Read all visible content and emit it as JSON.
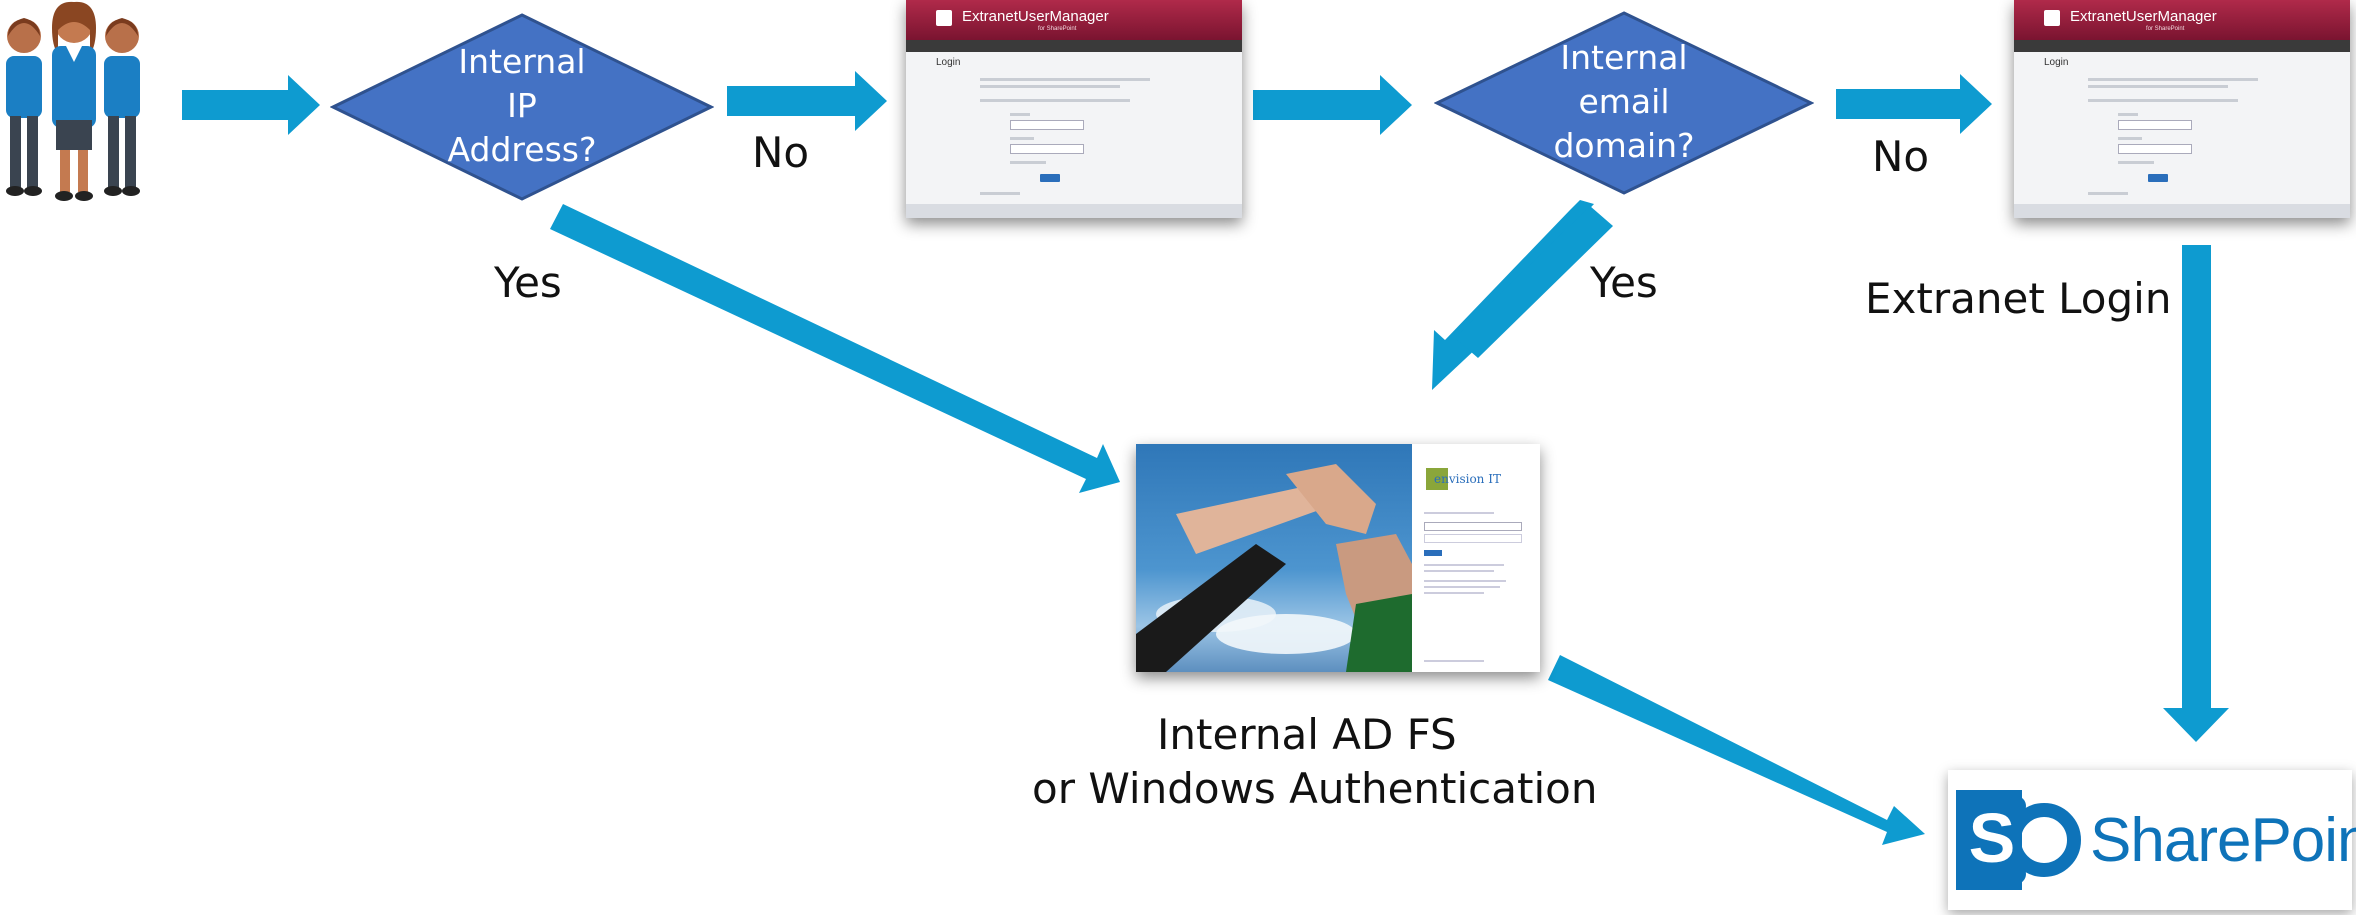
{
  "diagram": {
    "decision_ip": [
      "Internal",
      "IP",
      "Address?"
    ],
    "decision_email": [
      "Internal",
      "email",
      "domain?"
    ],
    "no_1": "No",
    "no_2": "No",
    "yes_1": "Yes",
    "yes_2": "Yes",
    "extranet_login": "Extranet Login",
    "adfs_line1": "Internal AD FS",
    "adfs_line2": "or Windows Authentication"
  },
  "extranet_thumb": {
    "brand": "ExtranetUserManager",
    "sub": "for SharePoint",
    "title": "Login"
  },
  "adfs_thumb": {
    "brand": "envision IT"
  },
  "sharepoint": {
    "letter": "S",
    "name": "SharePoint"
  },
  "colors": {
    "arrow": "#0e9bd0",
    "diamond": "#4472c4",
    "diamond_border": "#2f528f",
    "sharepoint_blue": "#0e73b9",
    "suit": "#1b7fc4"
  }
}
